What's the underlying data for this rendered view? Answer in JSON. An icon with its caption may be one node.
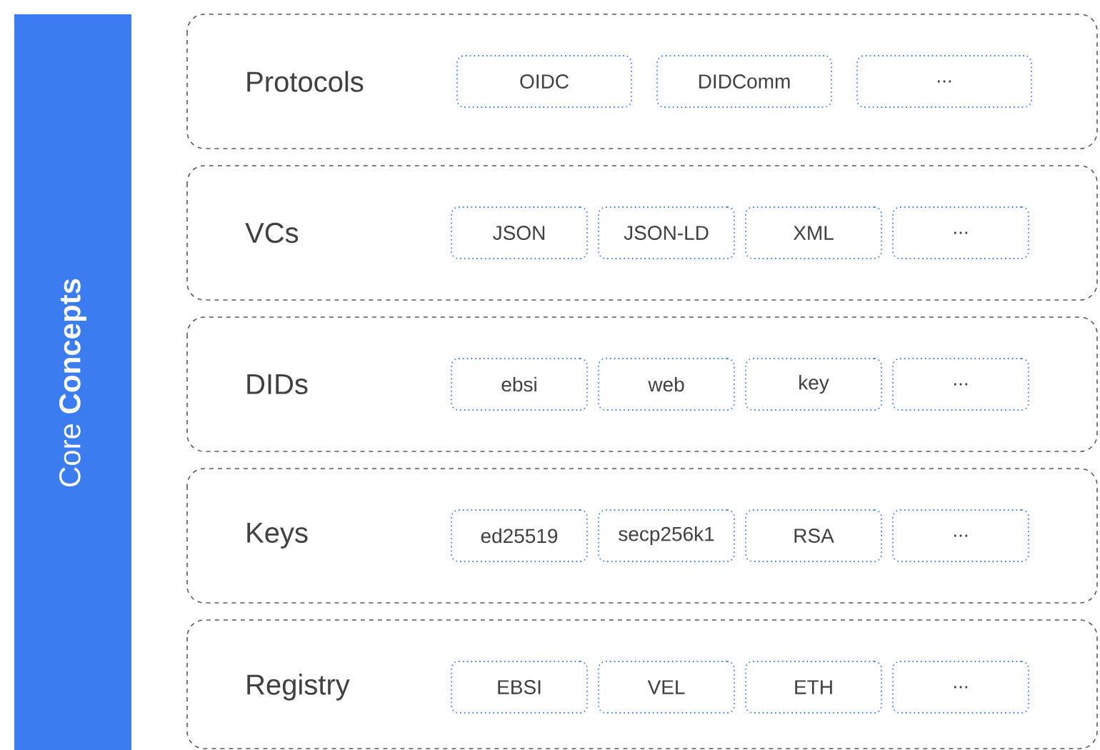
{
  "diagram": {
    "nodes": [
      {
        "text": [
          "Core **Concepts**"
        ]
      },
      {
        "text": [
          "Protocols"
        ]
      },
      {
        "text": [
          "OIDC"
        ],
        "in": 1
      },
      {
        "text": [
          "DIDComm"
        ],
        "in": 1
      },
      {
        "text": [
          "..."
        ],
        "in": 1
      },
      {
        "text": [
          "VCs"
        ]
      },
      {
        "text": [
          "JSON"
        ],
        "in": 5
      },
      {
        "text": [
          "JSON-LD"
        ],
        "in": 5
      },
      {
        "text": [
          "XML"
        ],
        "in": 5
      },
      {
        "text": [
          "..."
        ],
        "in": 5
      },
      {
        "text": [
          "DIDs"
        ]
      },
      {
        "text": [
          "ebsi"
        ],
        "in": 10
      },
      {
        "text": [
          "web"
        ],
        "in": 10
      },
      {
        "text": [
          "key"
        ],
        "in": 10
      },
      {
        "text": [
          "..."
        ],
        "in": 10
      },
      {
        "text": [
          "Keys"
        ]
      },
      {
        "text": [
          "ed25519"
        ],
        "in": 15
      },
      {
        "text": [
          "secp256k1"
        ],
        "in": 15
      },
      {
        "text": [
          "RSA"
        ],
        "in": 15
      },
      {
        "text": [
          "..."
        ],
        "in": 15
      },
      {
        "text": [
          "Registry"
        ]
      },
      {
        "text": [
          "EBSI"
        ],
        "in": 20
      },
      {
        "text": [
          "VEL"
        ],
        "in": 20
      },
      {
        "text": [
          "ETH"
        ],
        "in": 20
      },
      {
        "text": [
          "..."
        ],
        "in": 20
      }
    ]
  }
}
